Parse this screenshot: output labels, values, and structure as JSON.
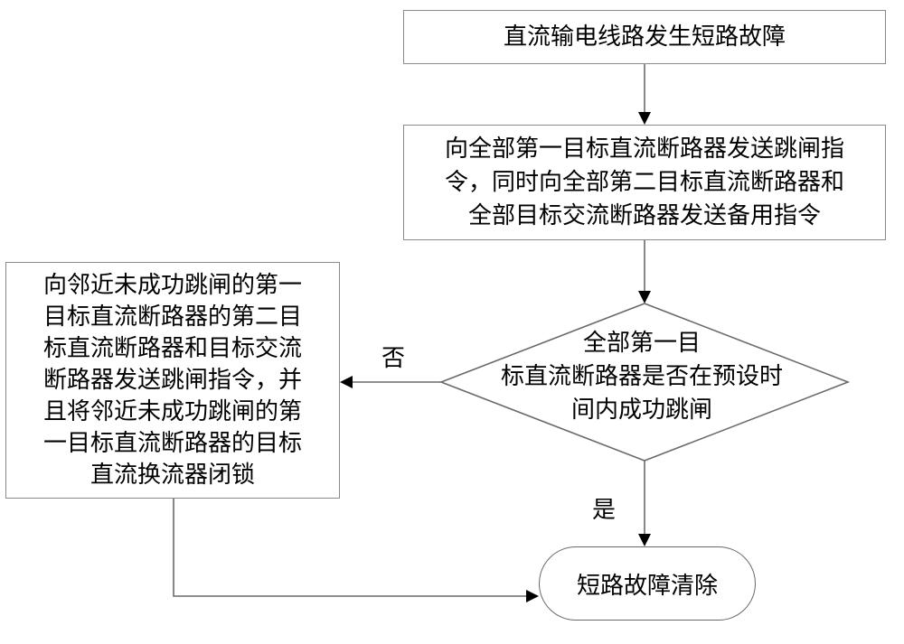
{
  "flowchart": {
    "start": {
      "text": "直流输电线路发生短路故障"
    },
    "send_commands": {
      "lines": [
        "向全部第一目标直流断路器发送跳闸指",
        "令，同时向全部第二目标直流断路器和",
        "全部目标交流断路器发送备用指令"
      ]
    },
    "decision": {
      "lines": [
        "全部第一目",
        "标直流断路器是否在预设时",
        "间内成功跳闸"
      ]
    },
    "no_branch": {
      "label": "否",
      "lines": [
        "向邻近未成功跳闸的第一",
        "目标直流断路器的第二目",
        "标直流断路器和目标交流",
        "断路器发送跳闸指令，并",
        "且将邻近未成功跳闸的第",
        "一目标直流断路器的目标",
        "直流换流器闭锁"
      ]
    },
    "yes_label": "是",
    "end": {
      "text": "短路故障清除"
    }
  }
}
